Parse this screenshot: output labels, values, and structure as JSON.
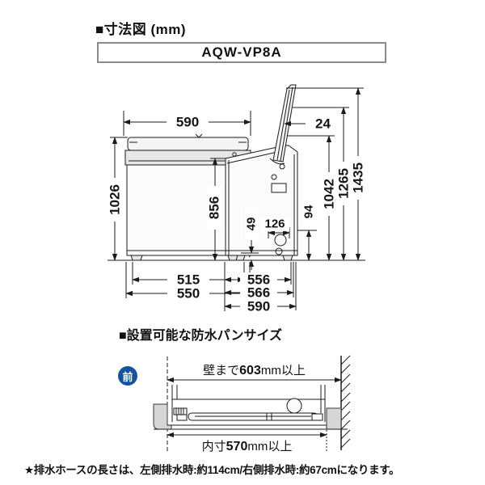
{
  "header": {
    "title": "■寸法図 (mm)"
  },
  "model": {
    "name": "AQW-VP8A"
  },
  "dimension_diagram": {
    "front_view": {
      "top_width": "590",
      "height": "1026",
      "feet_width": "515",
      "base_width": "550"
    },
    "side_view": {
      "lid_thickness": "24",
      "front_height": "856",
      "foot_height": "49",
      "drain_offset": "126",
      "outlet_height": "94",
      "lid_rest_height": "1042",
      "panel_top_height": "1265",
      "total_height_lid_open": "1435",
      "feet_depth": "556",
      "body_depth": "566",
      "total_depth": "590"
    }
  },
  "pan_section": {
    "title": "■設置可能な防水パンサイズ",
    "front_badge": "前",
    "wall_clearance": {
      "prefix": "壁まで",
      "value": "603",
      "suffix": "mm以上"
    },
    "inner_width": {
      "prefix": "内寸",
      "value": "570",
      "suffix": "mm以上"
    }
  },
  "footnote": "★排水ホースの長さは、左側排水時:約114cm/右側排水時:約67cmになります。",
  "colors": {
    "line": "#1b1b1b",
    "badge_blue": "#15549d",
    "pan_gray": "#d6d6d6"
  }
}
